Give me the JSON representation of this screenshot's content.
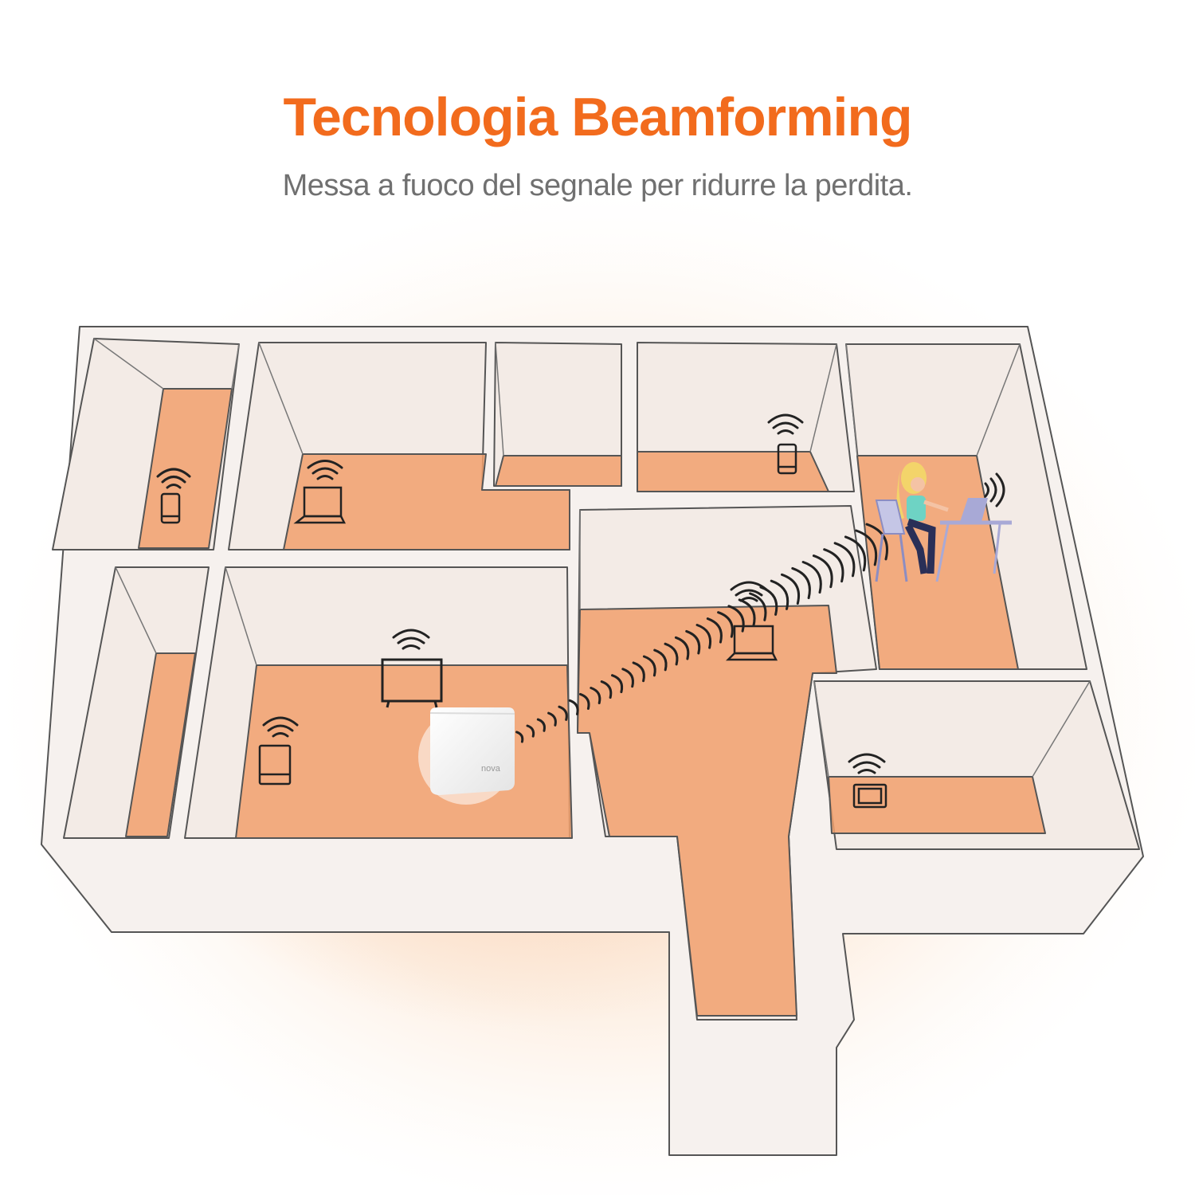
{
  "header": {
    "title": "Tecnologia Beamforming",
    "subtitle": "Messa a fuoco del segnale per ridurre la perdita."
  },
  "router": {
    "brand_label": "nova"
  },
  "colors": {
    "title": "#f26b1d",
    "floor": "#f1a06c",
    "wall": "#f6f1ee",
    "outline": "#555555",
    "glow": "#f6b887",
    "device_stroke": "#222222",
    "wave": "#222222",
    "person_top": "#6ed3c4",
    "person_hair": "#f3d46a",
    "person_pants": "#2a2f57",
    "desk": "#a8a9d6"
  },
  "devices": [
    {
      "type": "phone",
      "room": "left-narrow"
    },
    {
      "type": "laptop",
      "room": "upper-left"
    },
    {
      "type": "phone",
      "room": "upper-right"
    },
    {
      "type": "laptop-with-person",
      "room": "right-room"
    },
    {
      "type": "laptop",
      "room": "corridor"
    },
    {
      "type": "tv",
      "room": "living-room"
    },
    {
      "type": "tablet",
      "room": "living-room"
    },
    {
      "type": "tablet",
      "room": "lower-right"
    }
  ]
}
